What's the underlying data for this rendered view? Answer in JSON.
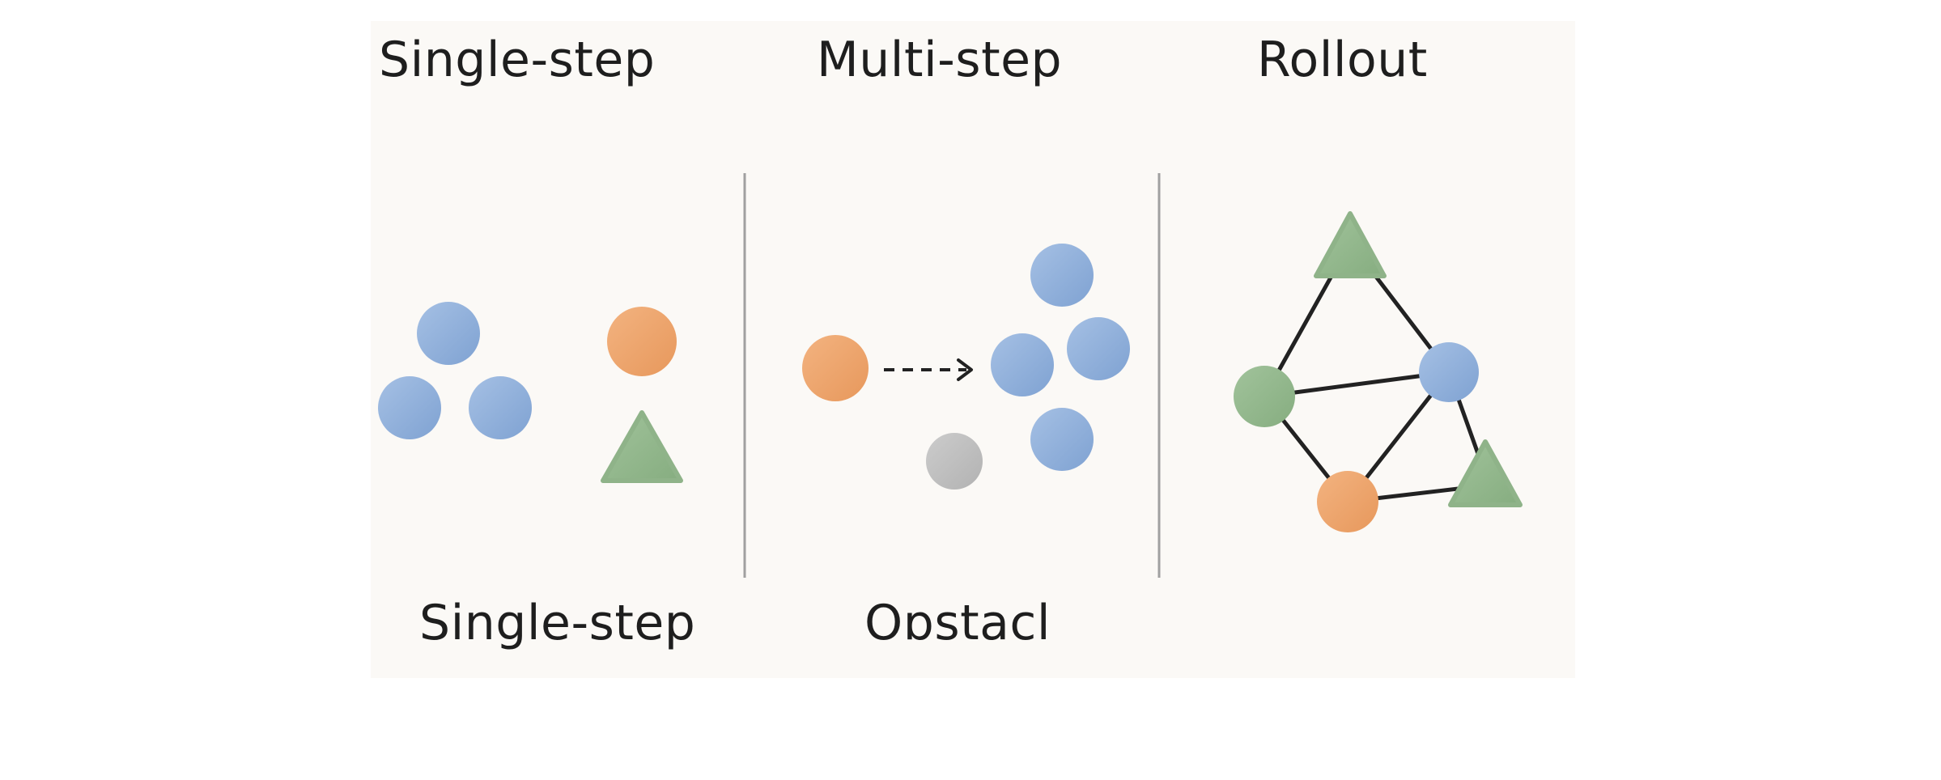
{
  "labels": {
    "top_single_step": "Single-step",
    "top_multi_step": "Multi-step",
    "top_rollout": "Rollout",
    "bottom_single_step": "Single-step",
    "bottom_obstacle": "Oɒstacl"
  },
  "colors": {
    "panel_background": "#fbf9f6",
    "blue_node": "#8fb0db",
    "orange_node": "#eea56c",
    "green_node": "#93b88d",
    "gray_node": "#bdbdbd",
    "divider": "#9c9c9c",
    "edge": "#222222"
  }
}
